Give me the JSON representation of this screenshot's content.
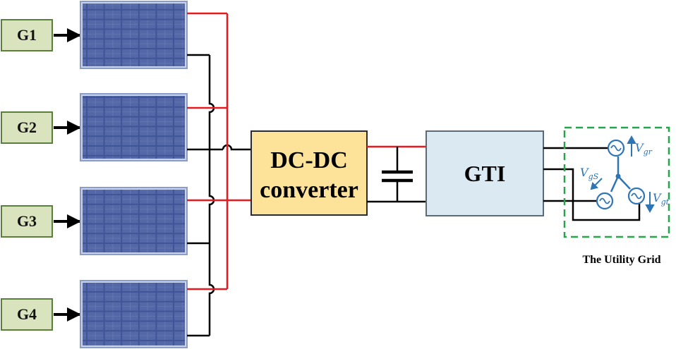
{
  "generators": [
    {
      "label": "G1"
    },
    {
      "label": "G2"
    },
    {
      "label": "G3"
    },
    {
      "label": "G4"
    }
  ],
  "converter": {
    "line1": "DC-DC",
    "line2": "converter"
  },
  "inverter": {
    "label": "GTI"
  },
  "grid": {
    "caption": "The Utility Grid",
    "phases": [
      {
        "main": "V",
        "sub": "gr"
      },
      {
        "main": "V",
        "sub": "gS"
      },
      {
        "main": "V",
        "sub": "gt"
      }
    ]
  },
  "colors": {
    "positive_wire": "#e8191f",
    "negative_wire": "#000000",
    "generator_fill": "#d9e3bd",
    "generator_border": "#5a7f3a",
    "converter_fill": "#fde29a",
    "converter_border": "#2b2b2b",
    "inverter_fill": "#dbe9f3",
    "grid_border": "#22a64a",
    "grid_symbol": "#2e75b6",
    "panel_cell": "#4a5e9c"
  }
}
